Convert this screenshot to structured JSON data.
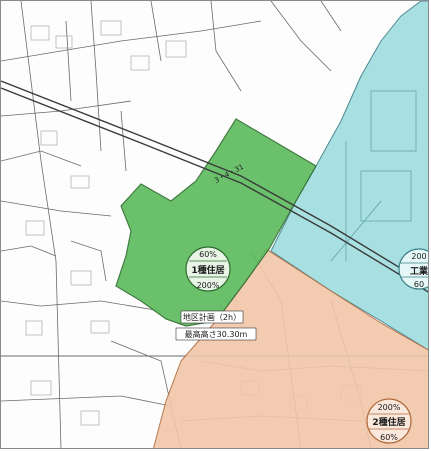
{
  "colors": {
    "residential_zone": "#5cbb5c",
    "industrial_zone": "#9fdcdf",
    "neighborhood_zone": "#f1c6a8",
    "street_lines": "#555555",
    "railway": "#444444"
  },
  "zone_labels": {
    "residential_1": {
      "top": "60%",
      "name": "1種住居",
      "bottom": "200%"
    },
    "industrial": {
      "top": "200",
      "name": "工業",
      "bottom": "60"
    },
    "residential_2": {
      "top": "200%",
      "name": "2種住居",
      "bottom": "60%"
    }
  },
  "annotations": {
    "plan_title": "地区計画（2h）",
    "height_note": "最高高さ30.30m",
    "road_code": "3・4・31"
  }
}
